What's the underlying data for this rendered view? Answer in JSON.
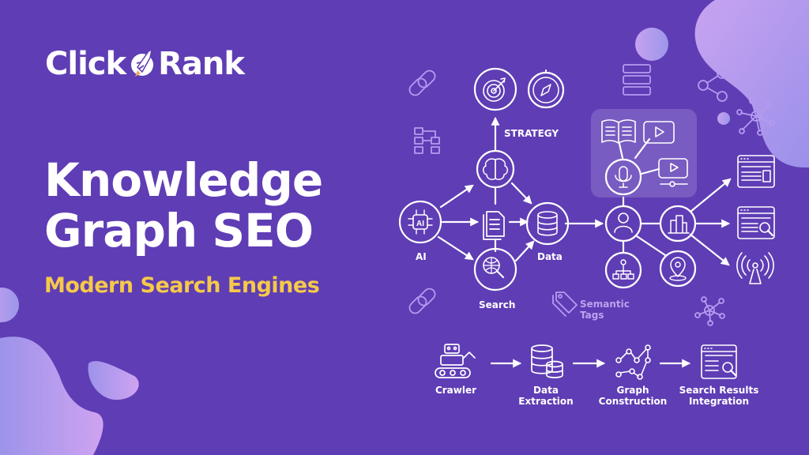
{
  "brand": {
    "left": "Click",
    "right": "Rank",
    "logo_icon": "rocket-icon"
  },
  "headline": {
    "line1": "Knowledge",
    "line2": "Graph SEO",
    "subtitle": "Modern Search Engines"
  },
  "colors": {
    "background": "#5f3db5",
    "accent_yellow": "#f5c94a",
    "blob_light": "#c9a4f2",
    "blob_blue": "#9a92ea",
    "icon_stroke": "#ffffff",
    "faint_icon": "#b49bf0"
  },
  "diagram": {
    "nodes": [
      {
        "id": "ai",
        "label": "AI",
        "icon": "ai-chip-icon"
      },
      {
        "id": "brain",
        "label": "",
        "icon": "brain-icon"
      },
      {
        "id": "documents",
        "label": "",
        "icon": "documents-icon"
      },
      {
        "id": "search",
        "label": "Search",
        "icon": "globe-search-icon"
      },
      {
        "id": "data",
        "label": "Data",
        "icon": "database-icon"
      },
      {
        "id": "target",
        "label": "",
        "icon": "target-icon"
      },
      {
        "id": "compass",
        "label": "",
        "icon": "compass-icon"
      },
      {
        "id": "user",
        "label": "",
        "icon": "user-icon"
      },
      {
        "id": "building",
        "label": "",
        "icon": "building-icon"
      },
      {
        "id": "org",
        "label": "",
        "icon": "org-chart-icon"
      },
      {
        "id": "location",
        "label": "",
        "icon": "location-pin-icon"
      },
      {
        "id": "mic",
        "label": "",
        "icon": "microphone-icon"
      }
    ],
    "strategy_label": "STRATEGY",
    "media_panel": [
      "book-icon",
      "video-icon",
      "video-player-icon"
    ],
    "outputs": [
      "web-page-icon",
      "search-results-page-icon",
      "broadcast-antenna-icon"
    ],
    "semantic_tags_label_1": "Semantic",
    "semantic_tags_label_2": "Tags",
    "decorations": [
      "link-icon",
      "flowchart-icon",
      "link-icon",
      "server-icon",
      "share-nodes-icon",
      "network-hub-icon",
      "network-hub-icon",
      "tag-icon"
    ]
  },
  "pipeline": {
    "steps": [
      {
        "label_1": "Crawler",
        "label_2": "",
        "icon": "robot-crawler-icon"
      },
      {
        "label_1": "Data",
        "label_2": "Extraction",
        "icon": "databases-icon"
      },
      {
        "label_1": "Graph",
        "label_2": "Construction",
        "icon": "graph-icon"
      },
      {
        "label_1": "Search Results",
        "label_2": "Integration",
        "icon": "search-results-icon"
      }
    ]
  }
}
